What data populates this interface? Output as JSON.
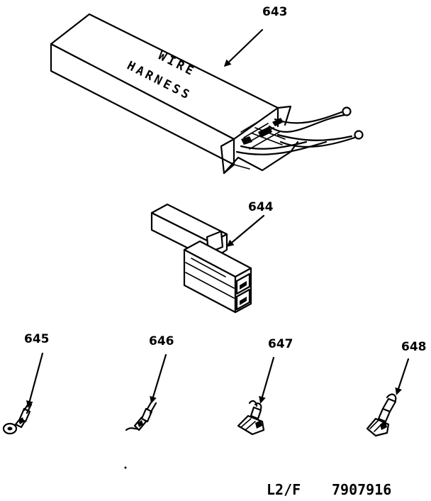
{
  "parts": {
    "wire_harness": {
      "number": "643",
      "label_line1": "WIRE",
      "label_line2": "HARNESS"
    },
    "connector": {
      "number": "644"
    },
    "terminal_ring": {
      "number": "645"
    },
    "terminal_hook": {
      "number": "646"
    },
    "terminal_female": {
      "number": "647"
    },
    "terminal_spade": {
      "number": "648"
    }
  },
  "footer": {
    "code": "L2/F",
    "number": "7907916"
  }
}
